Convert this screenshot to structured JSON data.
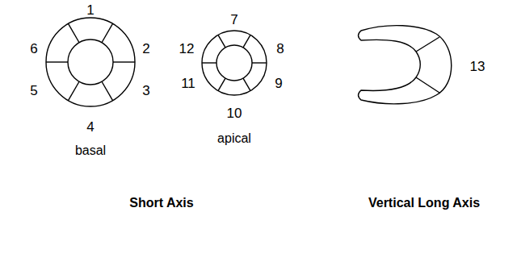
{
  "diagram": {
    "labels": [
      "1",
      "2",
      "3",
      "4",
      "5",
      "6",
      "basal",
      "7",
      "8",
      "9",
      "10",
      "11",
      "12",
      "apical",
      "13",
      "Short Axis",
      "Vertical Long Axis"
    ]
  }
}
